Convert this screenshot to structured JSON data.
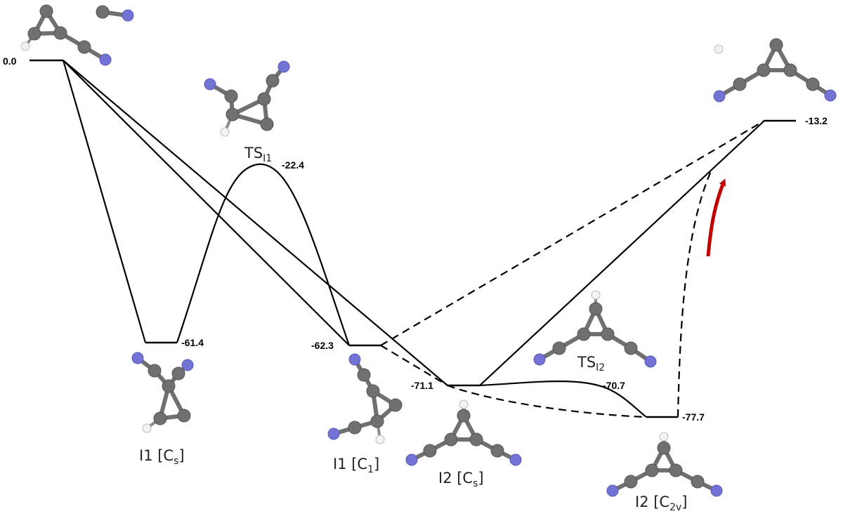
{
  "energies": {
    "reactants": "0.0",
    "ts_i1": "-22.4",
    "i1_cs": "-61.4",
    "i1_c1": "-62.3",
    "i2_cs": "-71.1",
    "ts_i2": "-70.7",
    "i2_c2v": "-77.7",
    "products": "-13.2"
  },
  "labels": {
    "ts_i1": {
      "main": "TS",
      "sub": "I1"
    },
    "ts_i2": {
      "main": "TS",
      "sub": "I2"
    },
    "i1_cs": {
      "main": "I1 [C",
      "sub": "s",
      "tail": "]"
    },
    "i1_c1": {
      "main": "I1 [C",
      "sub": "1",
      "tail": "]"
    },
    "i2_cs": {
      "main": "I2 [C",
      "sub": "s",
      "tail": "]"
    },
    "i2_c2v": {
      "main": "I2 [C",
      "sub": "2v",
      "tail": "]"
    }
  },
  "colors": {
    "carbon": "#707070",
    "nitrogen": "#7373d6",
    "hydrogen": "#f2f2f2",
    "arrow": "#c00000",
    "line": "#000000"
  }
}
